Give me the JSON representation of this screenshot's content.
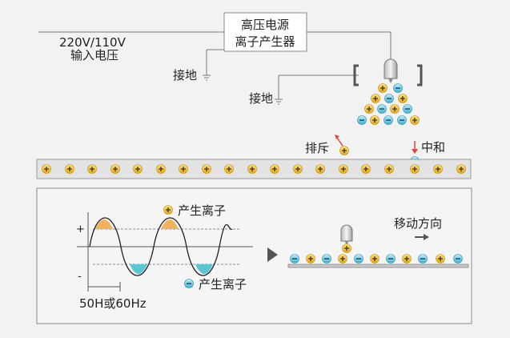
{
  "power_supply": {
    "line1": "高压电源",
    "line2": "离子产生器"
  },
  "input_voltage": {
    "line1": "220V/110V",
    "line2": "输入电压"
  },
  "ground_label_1": "接地",
  "ground_label_2": "接地",
  "repel_label": "排斥",
  "neutralize_label": "中和",
  "waveform": {
    "plus_sign": "+",
    "minus_sign": "-",
    "positive_ion_label": "产生离子",
    "negative_ion_label": "产生离子",
    "frequency_label": "50H或60Hz"
  },
  "direction_label": "移动方向",
  "colors": {
    "positive_ion": "#f2c12e",
    "negative_ion": "#5bc4d8",
    "wave_positive_fill": "#f3b25a",
    "wave_negative_fill": "#5cc5d4",
    "repel_arrow": "#e0463b",
    "neutralize_arrow": "#e0463b",
    "surface": "#e3e3e3"
  }
}
